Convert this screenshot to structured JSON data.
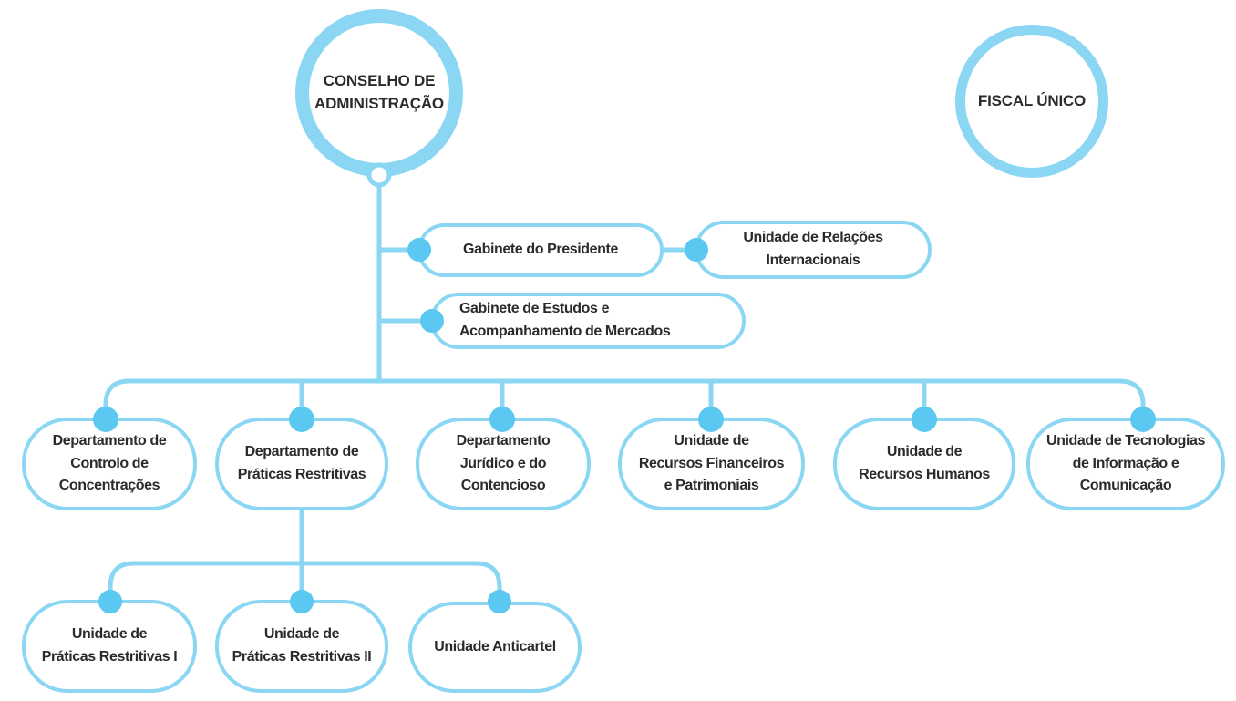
{
  "colors": {
    "accent": "#8BD7F3",
    "node_fill": "#5AC8F0",
    "text": "#2B2B2B",
    "background": "#FFFFFF"
  },
  "org": {
    "board": {
      "label": "CONSELHO DE\nADMINISTRAÇÃO"
    },
    "fiscal": {
      "label": "FISCAL ÚNICO"
    },
    "staff": [
      {
        "label": "Gabinete do Presidente"
      },
      {
        "label": "Unidade de Relações\nInternacionais"
      },
      {
        "label": "Gabinete de Estudos e\nAcompanhamento de Mercados"
      }
    ],
    "departments": [
      {
        "label": "Departamento de\nControlo de\nConcentrações"
      },
      {
        "label": "Departamento de\nPráticas Restritivas"
      },
      {
        "label": "Departamento\nJurídico e do\nContencioso"
      },
      {
        "label": "Unidade de\nRecursos Financeiros\ne Patrimoniais"
      },
      {
        "label": "Unidade de\nRecursos Humanos"
      },
      {
        "label": "Unidade de Tecnologias\nde Informação e\nComunicação"
      }
    ],
    "praticas_units": [
      {
        "label": "Unidade de\nPráticas Restritivas I"
      },
      {
        "label": "Unidade de\nPráticas Restritivas II"
      },
      {
        "label": "Unidade Anticartel"
      }
    ]
  }
}
